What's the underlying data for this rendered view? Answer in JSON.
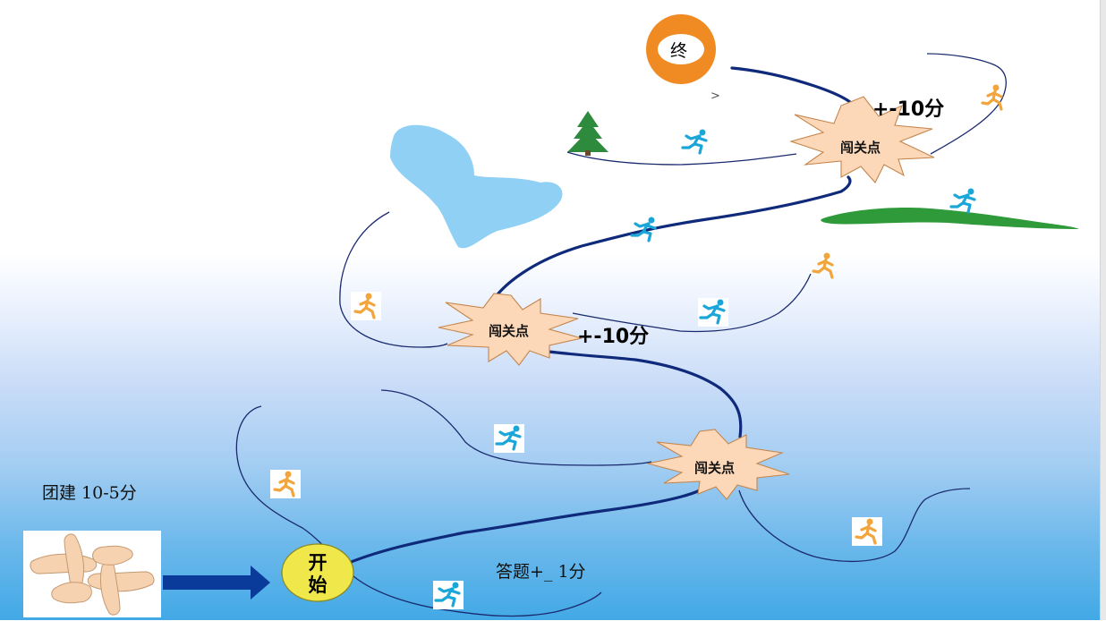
{
  "diagram": {
    "start_label": "开\n始",
    "end_label": "终",
    "checkpoints": [
      {
        "label": "闯关点"
      },
      {
        "label": "闯关点"
      },
      {
        "label": "闯关点"
      }
    ],
    "scores": {
      "top": "+-10分",
      "middle": "+-10分"
    },
    "team_building": "团建 10-5分",
    "quiz": "答题+_ 1分",
    "small_arrow": ">"
  },
  "colors": {
    "main_path": "#0f2a7a",
    "side_path": "#1a2a6e",
    "star_fill": "#fcd8b8",
    "start_fill": "#f0e84a",
    "end_ring": "#f08a22",
    "lake": "#8fd0f4",
    "grass": "#2f9a3a",
    "tree": "#2e8a3c",
    "runner_blue": "#1aa6d8",
    "runner_orange": "#f2a53c",
    "big_arrow": "#0a3a9a"
  },
  "icons": [
    "runner-blue-icon",
    "runner-orange-icon",
    "tree-icon",
    "lake-icon",
    "grass-icon",
    "hands-icon",
    "arrow-right-icon",
    "checkpoint-star-icon",
    "start-circle-icon",
    "end-circle-icon"
  ]
}
